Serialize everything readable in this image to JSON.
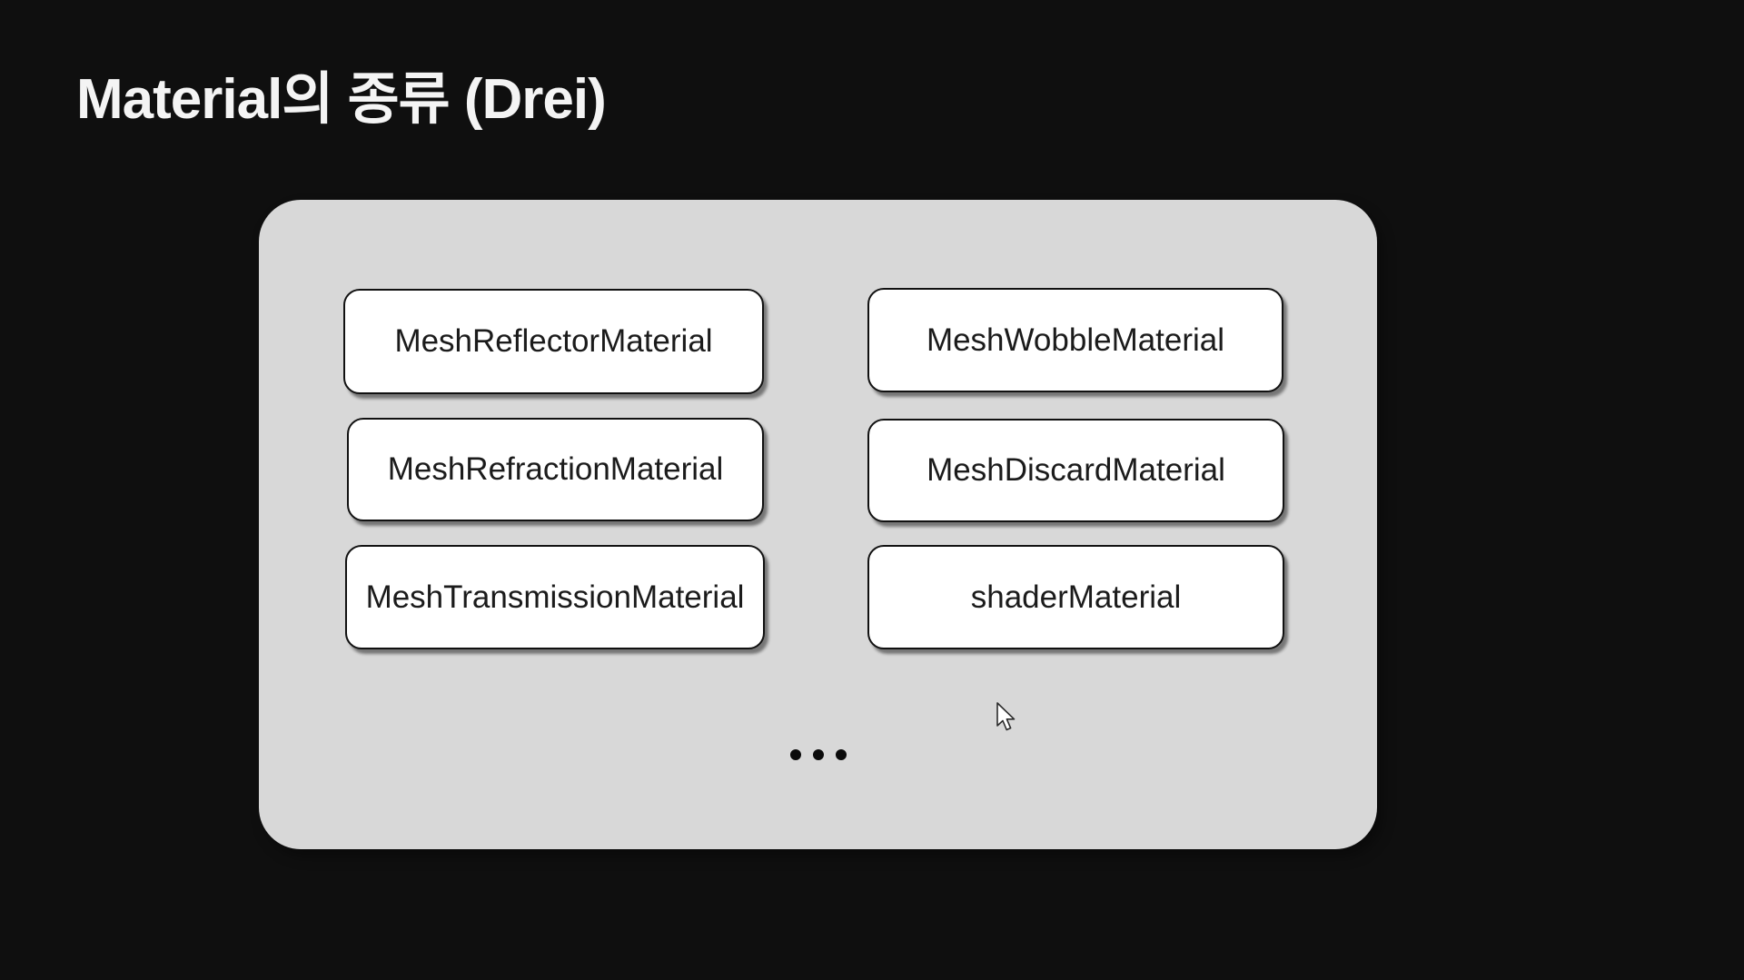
{
  "title": "Material의 종류 (Drei)",
  "cards": [
    {
      "label": "MeshReflectorMaterial"
    },
    {
      "label": "MeshWobbleMaterial"
    },
    {
      "label": "MeshRefractionMaterial"
    },
    {
      "label": "MeshDiscardMaterial"
    },
    {
      "label": "MeshTransmissionMaterial"
    },
    {
      "label": "shaderMaterial"
    }
  ],
  "more_indicator": {
    "icon": "three-dots"
  },
  "cursor": {
    "icon": "arrow-pointer"
  },
  "colors": {
    "background": "#0f0f0f",
    "panel": "#d8d8d8",
    "card_background": "#ffffff",
    "card_border": "#111111",
    "card_text": "#1b1b1b",
    "title_text": "#f4f4f4",
    "dot": "#0b0b0b"
  }
}
